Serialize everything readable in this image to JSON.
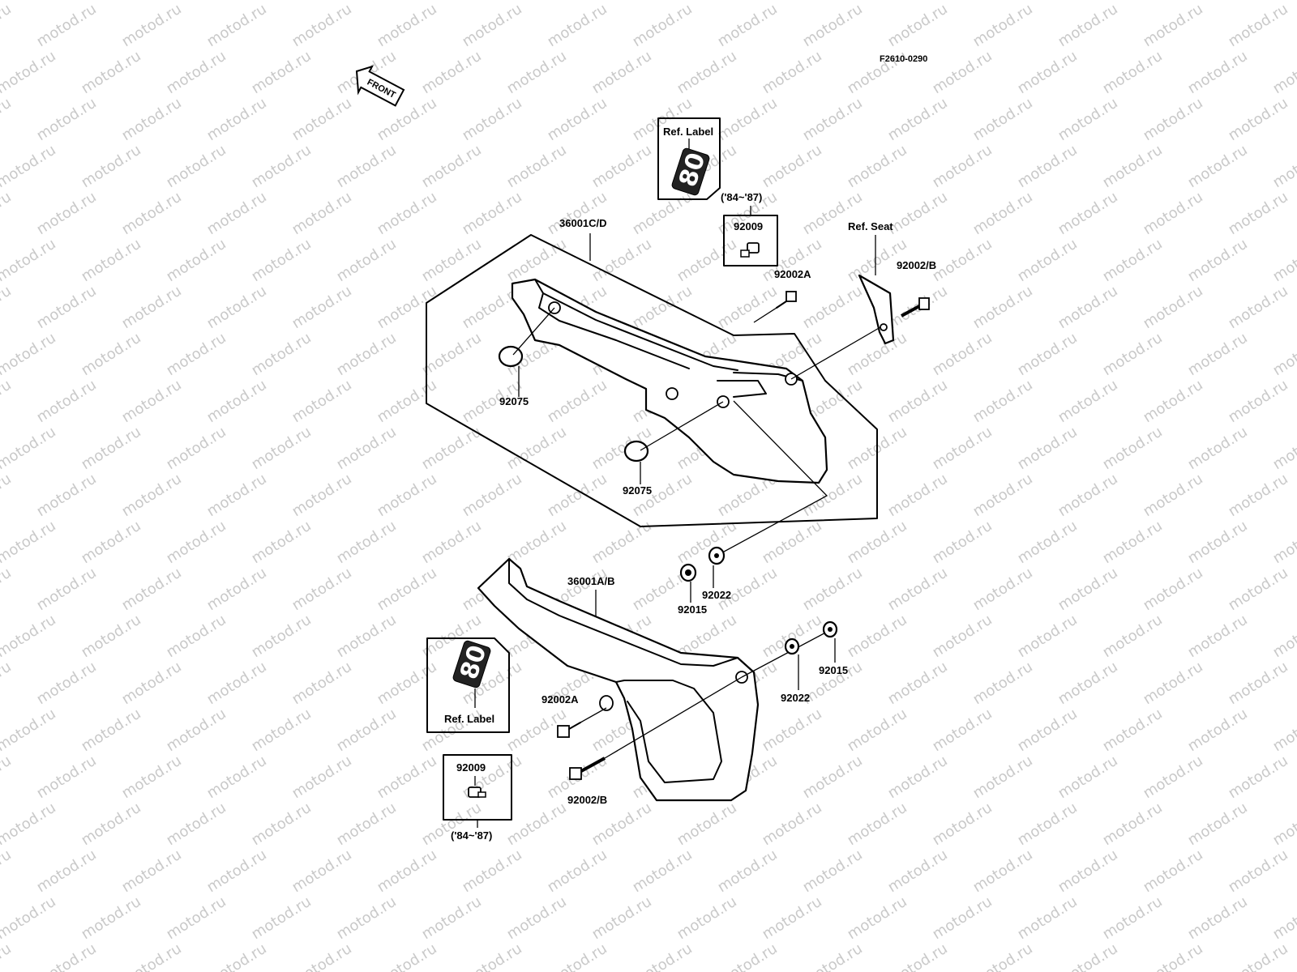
{
  "diagram_id": "F2610-0290",
  "front_arrow": "FRONT",
  "watermark": "motod.ru",
  "ref_label": "Ref. Label",
  "ref_seat": "Ref. Seat",
  "emblem_text": "80",
  "year_range": "('84~'87)",
  "parts": {
    "p36001cd": "36001C/D",
    "p36001ab": "36001A/B",
    "p92009": "92009",
    "p92002a": "92002A",
    "p92002b": "92002/B",
    "p92075": "92075",
    "p92022": "92022",
    "p92015": "92015"
  }
}
